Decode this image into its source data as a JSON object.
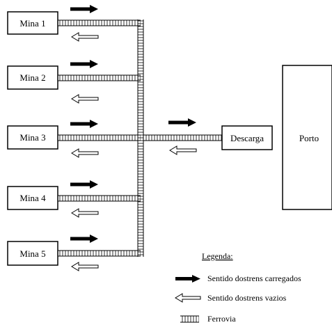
{
  "mines": [
    {
      "label": "Mina 1"
    },
    {
      "label": "Mina 2"
    },
    {
      "label": "Mina 3"
    },
    {
      "label": "Mina 4"
    },
    {
      "label": "Mina 5"
    }
  ],
  "unload": {
    "label": "Descarga"
  },
  "port": {
    "label": "Porto"
  },
  "legend": {
    "title": "Legenda:",
    "items": [
      {
        "icon": "filled-arrow",
        "label": "Sentido dostrens carregados"
      },
      {
        "icon": "hollow-arrow",
        "label": "Sentido dostrens vazios"
      },
      {
        "icon": "railway-track",
        "label": "Ferrovia"
      }
    ]
  }
}
